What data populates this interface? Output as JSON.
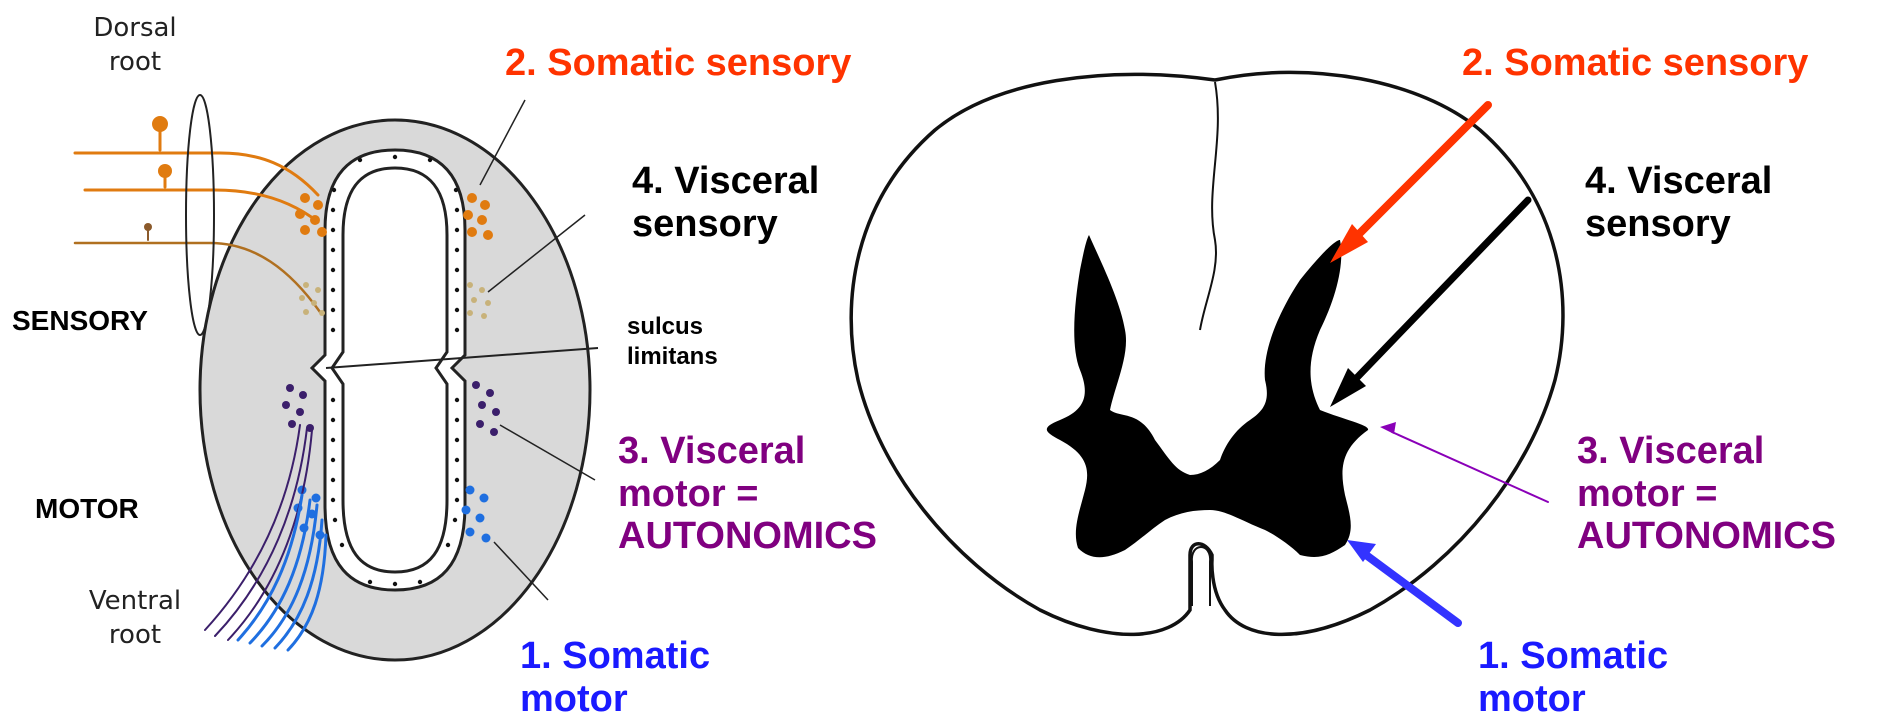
{
  "left_panel": {
    "dorsal_root_label": "Dorsal\nroot",
    "ventral_root_label": "Ventral\nroot",
    "sensory_label": "SENSORY",
    "motor_label": "MOTOR",
    "somatic_sensory_label": "2. Somatic sensory",
    "visceral_sensory_label": "4. Visceral\nsensory",
    "sulcus_label": "sulcus\nlimitans",
    "visceral_motor_label": "3. Visceral\nmotor =\nAUTONOMICS",
    "somatic_motor_label": "1. Somatic\nmotor"
  },
  "right_panel": {
    "somatic_sensory_label": "2. Somatic sensory",
    "visceral_sensory_label": "4. Visceral\nsensory",
    "visceral_motor_label": "3. Visceral\nmotor =\nAUTONOMICS",
    "somatic_motor_label": "1. Somatic\nmotor"
  },
  "colors": {
    "somatic_sensory": "#ff3300",
    "visceral_sensory": "#000000",
    "visceral_motor": "#800080",
    "somatic_motor": "#1a1aff",
    "tube_fill": "#d9d9d9",
    "sensory_cells": "#e07b10",
    "visceral_sensory_cells": "#c8b27a",
    "visceral_motor_cells": "#3b1f6b",
    "somatic_motor_cells": "#1f6fe0"
  }
}
